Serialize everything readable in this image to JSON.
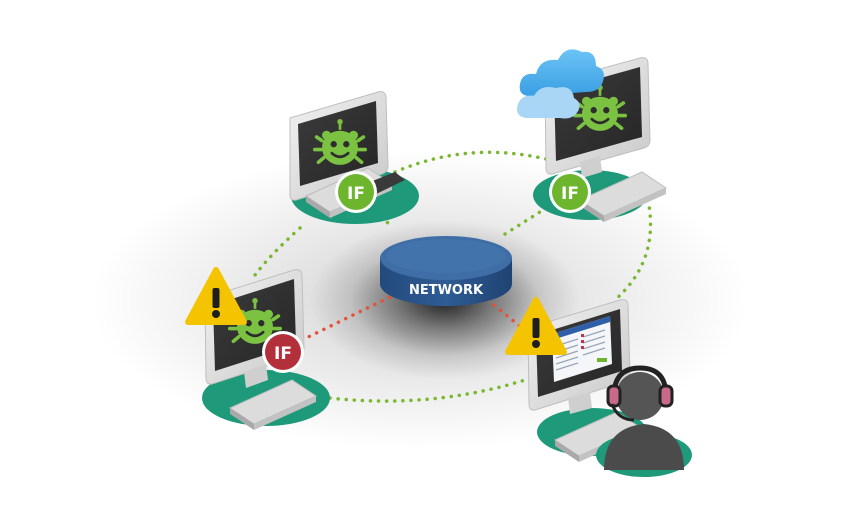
{
  "network": {
    "label": "NETWORK"
  },
  "interfaces": {
    "top_left": "IF",
    "top_right": "IF",
    "left": "IF"
  },
  "warning": {
    "symbol": "!"
  },
  "colors": {
    "network_top": "#3f6ea6",
    "network_side": "#2a5389",
    "base_green": "#1e9a7a",
    "if_ok": "#6cb52d",
    "if_fault": "#b3303b",
    "link_ok": "#7ab832",
    "link_fault": "#e2543a",
    "warning": "#f5c400",
    "bug": "#7cc242",
    "cloud": "#54b3ef"
  },
  "icons": [
    "bug-icon",
    "cloud-icon",
    "warning-icon",
    "headset-operator-icon",
    "keyboard-icon",
    "monitor-icon",
    "network-database-icon"
  ]
}
